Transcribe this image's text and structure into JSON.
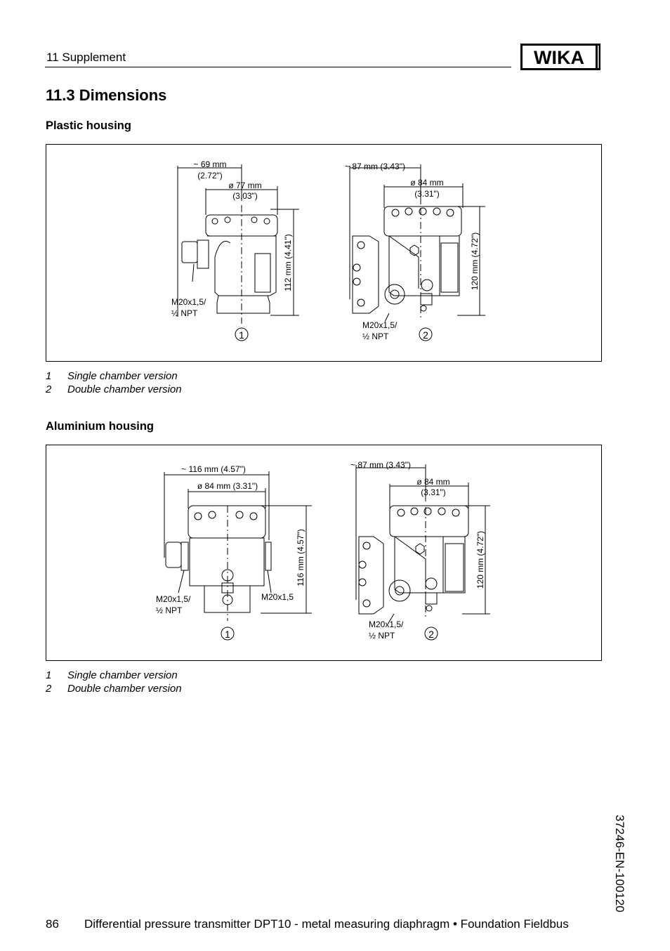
{
  "header": {
    "chapter": "11   Supplement",
    "logo_text": "WIKA"
  },
  "section": {
    "title": "11.3   Dimensions"
  },
  "plastic": {
    "title": "Plastic housing",
    "fig1": {
      "width_approx": "~ 69 mm",
      "width_approx_in": "(2.72\")",
      "diameter": "ø 77 mm",
      "diameter_in": "(3.03\")",
      "height": "112 mm (4.41\")",
      "thread_1": "M20x1,5/",
      "thread_2": "½ NPT",
      "marker": "1"
    },
    "fig2": {
      "width_approx": "~ 87 mm (3.43\")",
      "diameter": "ø 84 mm",
      "diameter_in": "(3.31\")",
      "height": "120 mm (4.72\")",
      "thread_1": "M20x1,5/",
      "thread_2": "½ NPT",
      "marker": "2"
    },
    "legend": [
      {
        "num": "1",
        "text": "Single chamber version"
      },
      {
        "num": "2",
        "text": "Double chamber version"
      }
    ]
  },
  "aluminium": {
    "title": "Aluminium housing",
    "fig1": {
      "width_approx": "~ 116 mm (4.57\")",
      "diameter": "ø 84 mm (3.31\")",
      "height": "116 mm (4.57\")",
      "thread_1": "M20x1,5/",
      "thread_2": "½ NPT",
      "thread_right": "M20x1,5",
      "marker": "1"
    },
    "fig2": {
      "width_approx": "~ 87 mm (3.43\")",
      "diameter": "ø 84 mm",
      "diameter_in": "(3.31\")",
      "height": "120 mm (4.72\")",
      "thread_1": "M20x1,5/",
      "thread_2": "½ NPT",
      "marker": "2"
    },
    "legend": [
      {
        "num": "1",
        "text": "Single chamber version"
      },
      {
        "num": "2",
        "text": "Double chamber version"
      }
    ]
  },
  "side_code": "37246-EN-100120",
  "footer": {
    "page": "86",
    "text": "Differential pressure transmitter DPT10 - metal measuring diaphragm • Foundation Fieldbus"
  }
}
